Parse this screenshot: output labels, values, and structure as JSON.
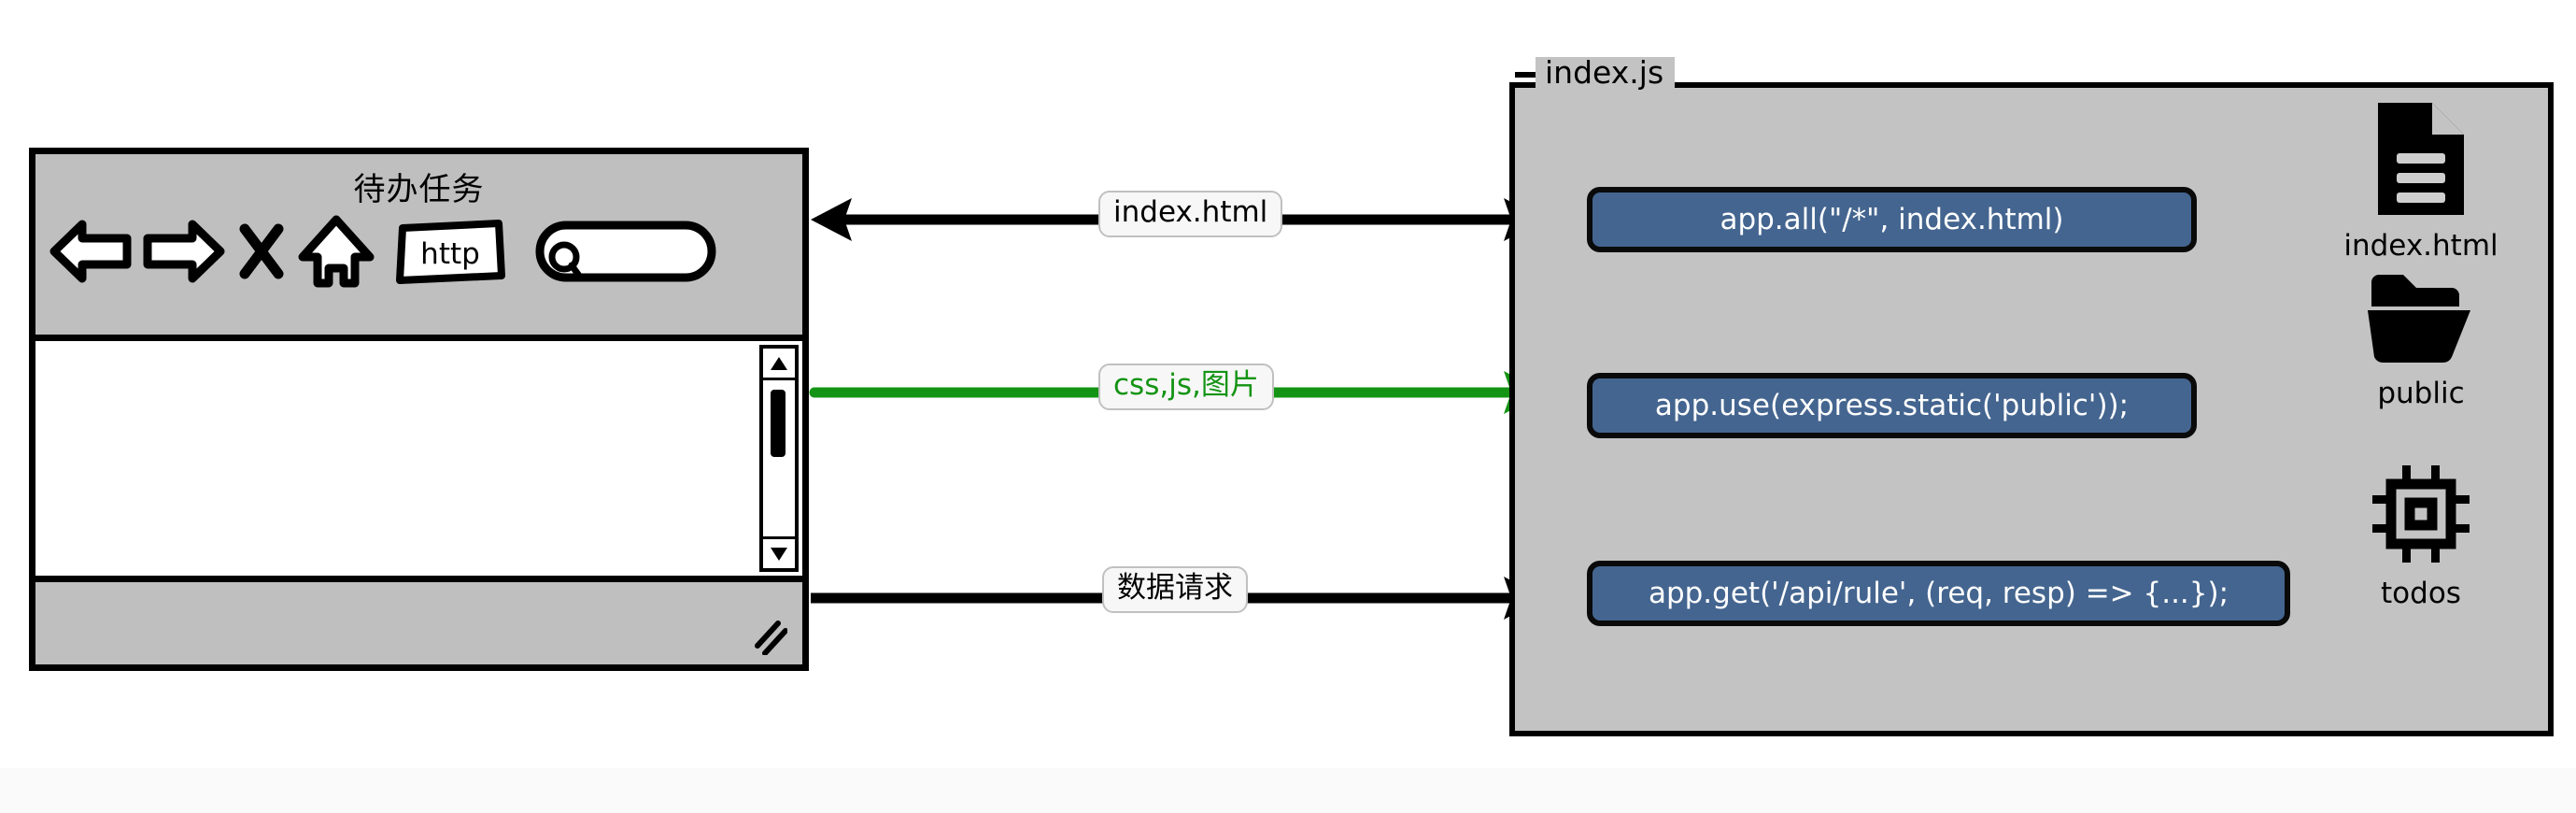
{
  "browser": {
    "title": "待办任务",
    "toolbar": {
      "back_icon": "back-arrow-icon",
      "forward_icon": "forward-arrow-icon",
      "stop_icon": "close-x-icon",
      "home_icon": "home-icon",
      "address_value": "http",
      "search_placeholder": "",
      "search_icon": "magnifier-icon"
    },
    "scrollbar": {
      "up_glyph": "▲",
      "down_glyph": "▼"
    }
  },
  "connectors": [
    {
      "label": "index.html",
      "color": "#000000",
      "direction": "left"
    },
    {
      "label": "css,js,图片",
      "color": "#149414",
      "direction": "right"
    },
    {
      "label": "数据请求",
      "color": "#000000",
      "direction": "right"
    }
  ],
  "server": {
    "legend": "index.js",
    "code_blocks": [
      {
        "text": "app.all(\"/*\", index.html)"
      },
      {
        "text": "app.use(express.static('public'));"
      },
      {
        "text": "app.get('/api/rule', (req, resp) => {...});"
      }
    ],
    "resources": [
      {
        "label": "index.html",
        "icon": "document-file-icon"
      },
      {
        "label": "public",
        "icon": "open-folder-icon"
      },
      {
        "label": "todos",
        "icon": "chip-database-icon"
      }
    ]
  },
  "colors": {
    "code_block_fill": "#44658f",
    "panel_bg": "#c3c3c3",
    "green_accent": "#149414"
  }
}
